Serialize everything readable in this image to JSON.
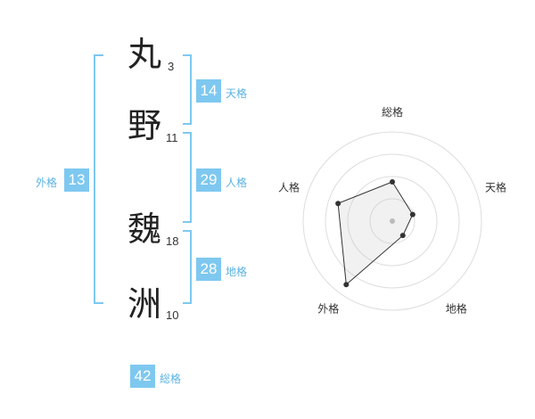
{
  "name_chars": [
    {
      "char": "丸",
      "strokes": "3"
    },
    {
      "char": "野",
      "strokes": "11"
    },
    {
      "char": "魏",
      "strokes": "18"
    },
    {
      "char": "洲",
      "strokes": "10"
    }
  ],
  "scores": {
    "tenkaku": {
      "value": "14",
      "label": "天格"
    },
    "jinkaku": {
      "value": "29",
      "label": "人格"
    },
    "chikaku": {
      "value": "28",
      "label": "地格"
    },
    "gaikaku": {
      "value": "13",
      "label": "外格"
    },
    "soukaku": {
      "value": "42",
      "label": "総格"
    }
  },
  "colors": {
    "accent": "#7ec8f0",
    "label": "#5ab2e3",
    "bracket": "#7ec8f0"
  },
  "chart_data": {
    "type": "radar",
    "axes": [
      "総格",
      "天格",
      "地格",
      "外格",
      "人格"
    ],
    "values": [
      0.44,
      0.24,
      0.2,
      0.88,
      0.64
    ],
    "rings": 4,
    "scale": "relative (0–1 of outer ring), values estimated"
  }
}
